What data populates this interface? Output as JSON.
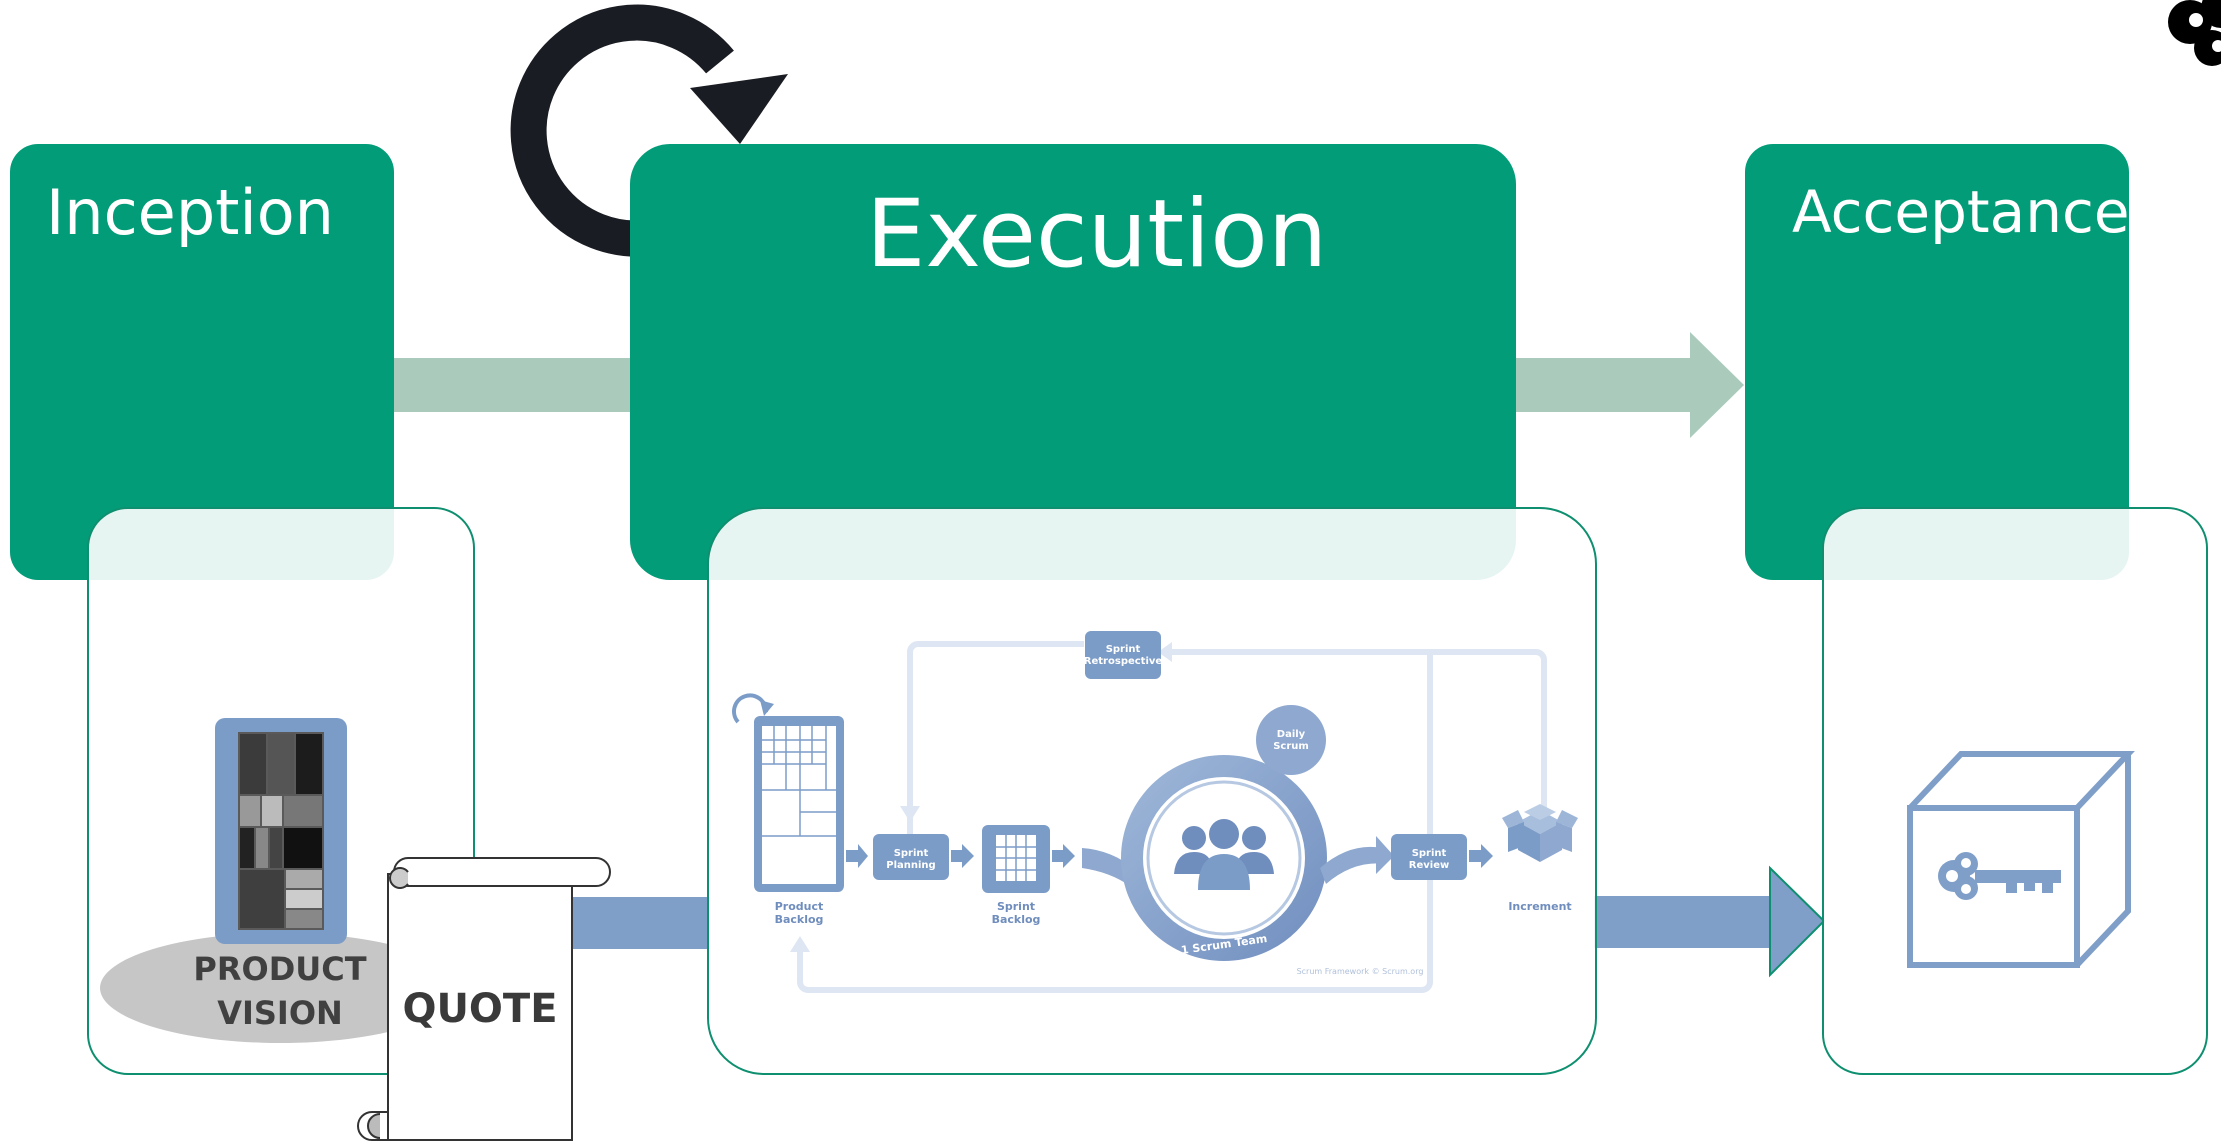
{
  "phases": {
    "inception": {
      "title": "Inception"
    },
    "execution": {
      "title": "Execution"
    },
    "acceptance": {
      "title": "Acceptance"
    }
  },
  "inception_panel": {
    "vision_label_line1": "PRODUCT",
    "vision_label_line2": "VISION",
    "quote_label": "QUOTE"
  },
  "scrum": {
    "product_backlog_line1": "Product",
    "product_backlog_line2": "Backlog",
    "sprint_planning_line1": "Sprint",
    "sprint_planning_line2": "Planning",
    "sprint_backlog_line1": "Sprint",
    "sprint_backlog_line2": "Backlog",
    "daily_scrum_line1": "Daily",
    "daily_scrum_line2": "Scrum",
    "sprint_review_line1": "Sprint",
    "sprint_review_line2": "Review",
    "sprint_retrospective_line1": "Sprint",
    "sprint_retrospective_line2": "Retrospective",
    "increment": "Increment",
    "scrum_team": "1 Scrum Team",
    "credit": "Scrum Framework © Scrum.org"
  },
  "icons": {
    "cycle": "circular-arrow-icon",
    "settings": "gear-icon",
    "team": "team-icon",
    "increment": "boxes-icon",
    "acceptance": "box-with-key-icon"
  },
  "colors": {
    "phase_green": "#039C78",
    "connector_green": "#AACBBC",
    "panel_border": "#0E8F6F",
    "scrum_blue": "#7C9CC8",
    "flow_blue": "#7F9FC9",
    "light_blue_line": "#DDE6F2",
    "vision_gray": "#C6C6C6",
    "cycle_black": "#1A1C23"
  }
}
